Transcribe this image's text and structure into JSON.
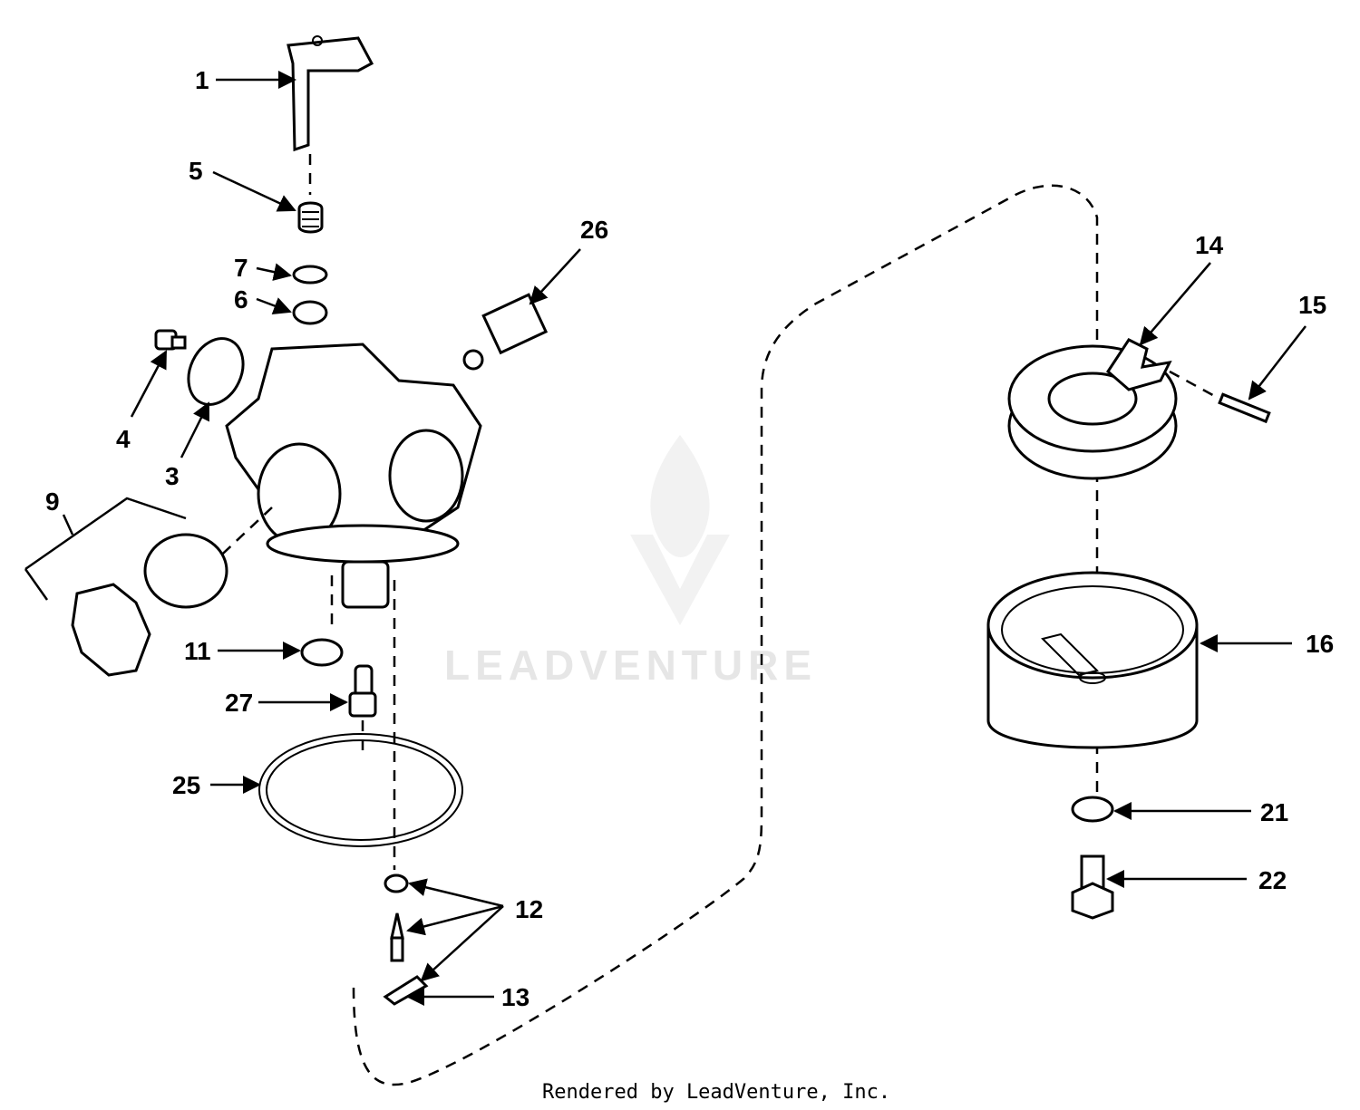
{
  "watermark": {
    "text": "LEADVENTURE"
  },
  "credit": {
    "text": "Rendered by LeadVenture, Inc."
  },
  "callouts": {
    "c1": "1",
    "c3": "3",
    "c4": "4",
    "c5": "5",
    "c6": "6",
    "c7": "7",
    "c9": "9",
    "c11": "11",
    "c12": "12",
    "c13": "13",
    "c14": "14",
    "c15": "15",
    "c16": "16",
    "c21": "21",
    "c22": "22",
    "c25": "25",
    "c26": "26",
    "c27": "27"
  }
}
